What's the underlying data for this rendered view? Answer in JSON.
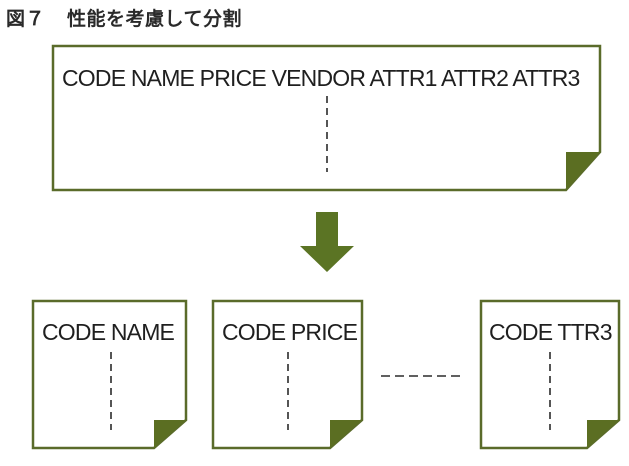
{
  "figure": {
    "label": "図７",
    "title": "性能を考慮して分割"
  },
  "source_table": {
    "header": "CODE NAME PRICE VENDOR ATTR1 ATTR2 ATTR3"
  },
  "split_tables": [
    {
      "header": "CODE NAME"
    },
    {
      "header": "CODE PRICE"
    },
    {
      "header": "CODE TTR3"
    }
  ],
  "colors": {
    "outline": "#5a6b2a",
    "fold": "#5b6e22",
    "arrow": "#5b7424",
    "dash": "#2b2b2b"
  }
}
